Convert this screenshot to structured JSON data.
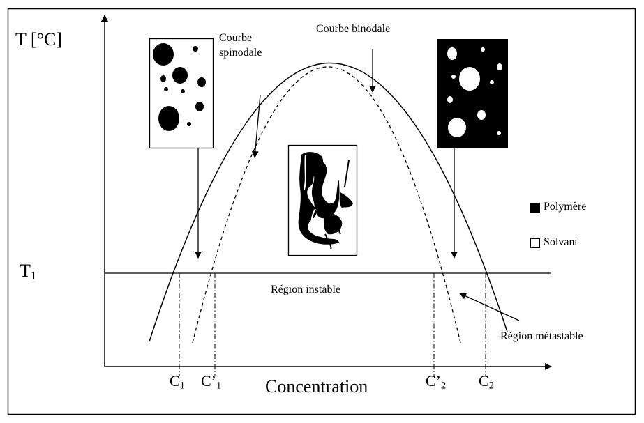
{
  "diagram": {
    "y_axis_label": "T [°C]",
    "x_axis_label": "Concentration",
    "t1_label": "T",
    "t1_sub": "1",
    "binodal_label": "Courbe binodale",
    "spinodal_label_line1": "Courbe",
    "spinodal_label_line2": "spinodale",
    "unstable_label": "Région instable",
    "metastable_label": "Région métastable",
    "c1_label": "C",
    "c1_sub": "1",
    "c1p_label": "C’",
    "c1p_sub": "1",
    "c2p_label": "C’",
    "c2p_sub": "2",
    "c2_label": "C",
    "c2_sub": "2"
  },
  "legend": {
    "polymer_label": "Polymère",
    "solvent_label": "Solvant",
    "polymer_color": "#000000",
    "solvent_color": "#ffffff"
  }
}
